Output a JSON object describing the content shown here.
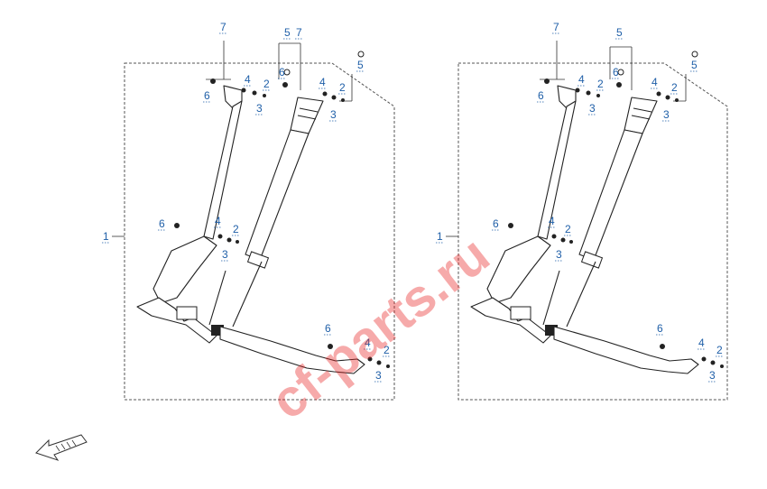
{
  "watermark": "cf-parts.ru",
  "assemblies": [
    {
      "id": "left",
      "callouts": {
        "frame": "1",
        "c7a": "7",
        "c5a": "5",
        "c7b": "7",
        "c5b": "5",
        "c6a": "6",
        "c6b": "6",
        "c4a": "4",
        "c2a": "2",
        "c3a": "3",
        "c4b": "4",
        "c2b": "2",
        "c3b": "3",
        "c6c": "6",
        "c4c": "4",
        "c2c": "2",
        "c3c": "3",
        "c6d": "6",
        "c4d": "4",
        "c2d": "2",
        "c3d": "3"
      }
    },
    {
      "id": "right",
      "callouts": {
        "frame": "1",
        "c7a": "7",
        "c5a": "5",
        "c5b": "5",
        "c6a": "6",
        "c6b": "6",
        "c4a": "4",
        "c2a": "2",
        "c3a": "3",
        "c4b": "4",
        "c2b": "2",
        "c3b": "3",
        "c6c": "6",
        "c4c": "4",
        "c2c": "2",
        "c3c": "3",
        "c6d": "6",
        "c4d": "4",
        "c2d": "2",
        "c3d": "3"
      }
    }
  ],
  "icons": [
    "orientation-arrow-icon"
  ]
}
